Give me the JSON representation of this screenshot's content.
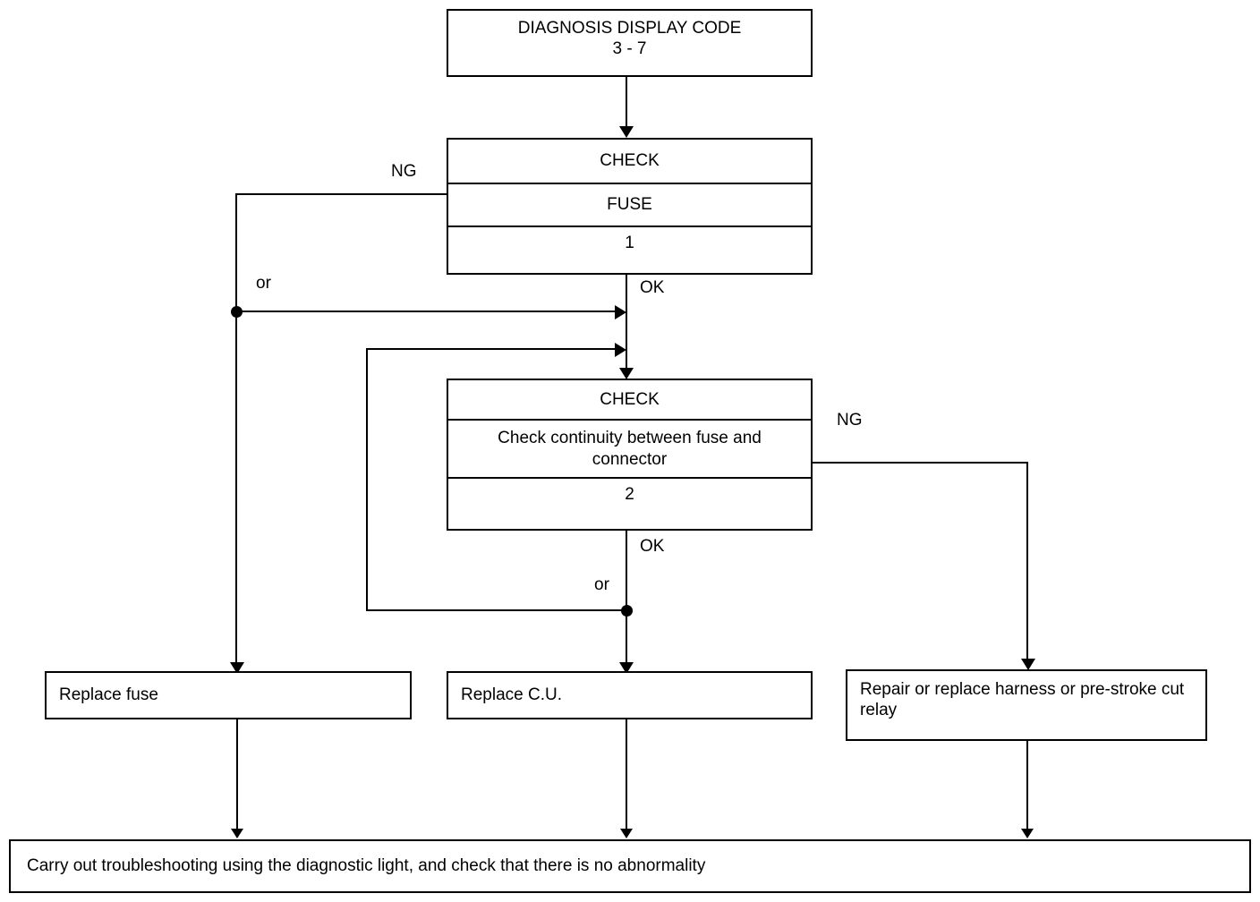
{
  "diagram": {
    "title": "DIAGNOSIS DISPLAY CODE 3 - 7",
    "type": "troubleshooting-flowchart"
  },
  "start_box": {
    "line1": "DIAGNOSIS DISPLAY CODE",
    "line2": "3 - 7"
  },
  "check_box_1": {
    "header": "CHECK",
    "description": "FUSE",
    "step_number": "1"
  },
  "check_box_2": {
    "header": "CHECK",
    "description": "Check continuity between fuse and connector",
    "step_number": "2"
  },
  "edge_labels": {
    "ng_1": "NG",
    "ok_1": "OK",
    "or_1": "or",
    "ng_2": "NG",
    "ok_2": "OK",
    "or_2": "or"
  },
  "actions": [
    {
      "label": "Replace fuse"
    },
    {
      "label": "Replace C.U."
    },
    {
      "label": "Repair or replace harness or pre-stroke cut relay"
    }
  ],
  "footer_box": {
    "label": "Carry out troubleshooting using the diagnostic light, and check that there is no abnormality"
  },
  "colors": {
    "stroke": "#000000",
    "background": "#ffffff"
  }
}
